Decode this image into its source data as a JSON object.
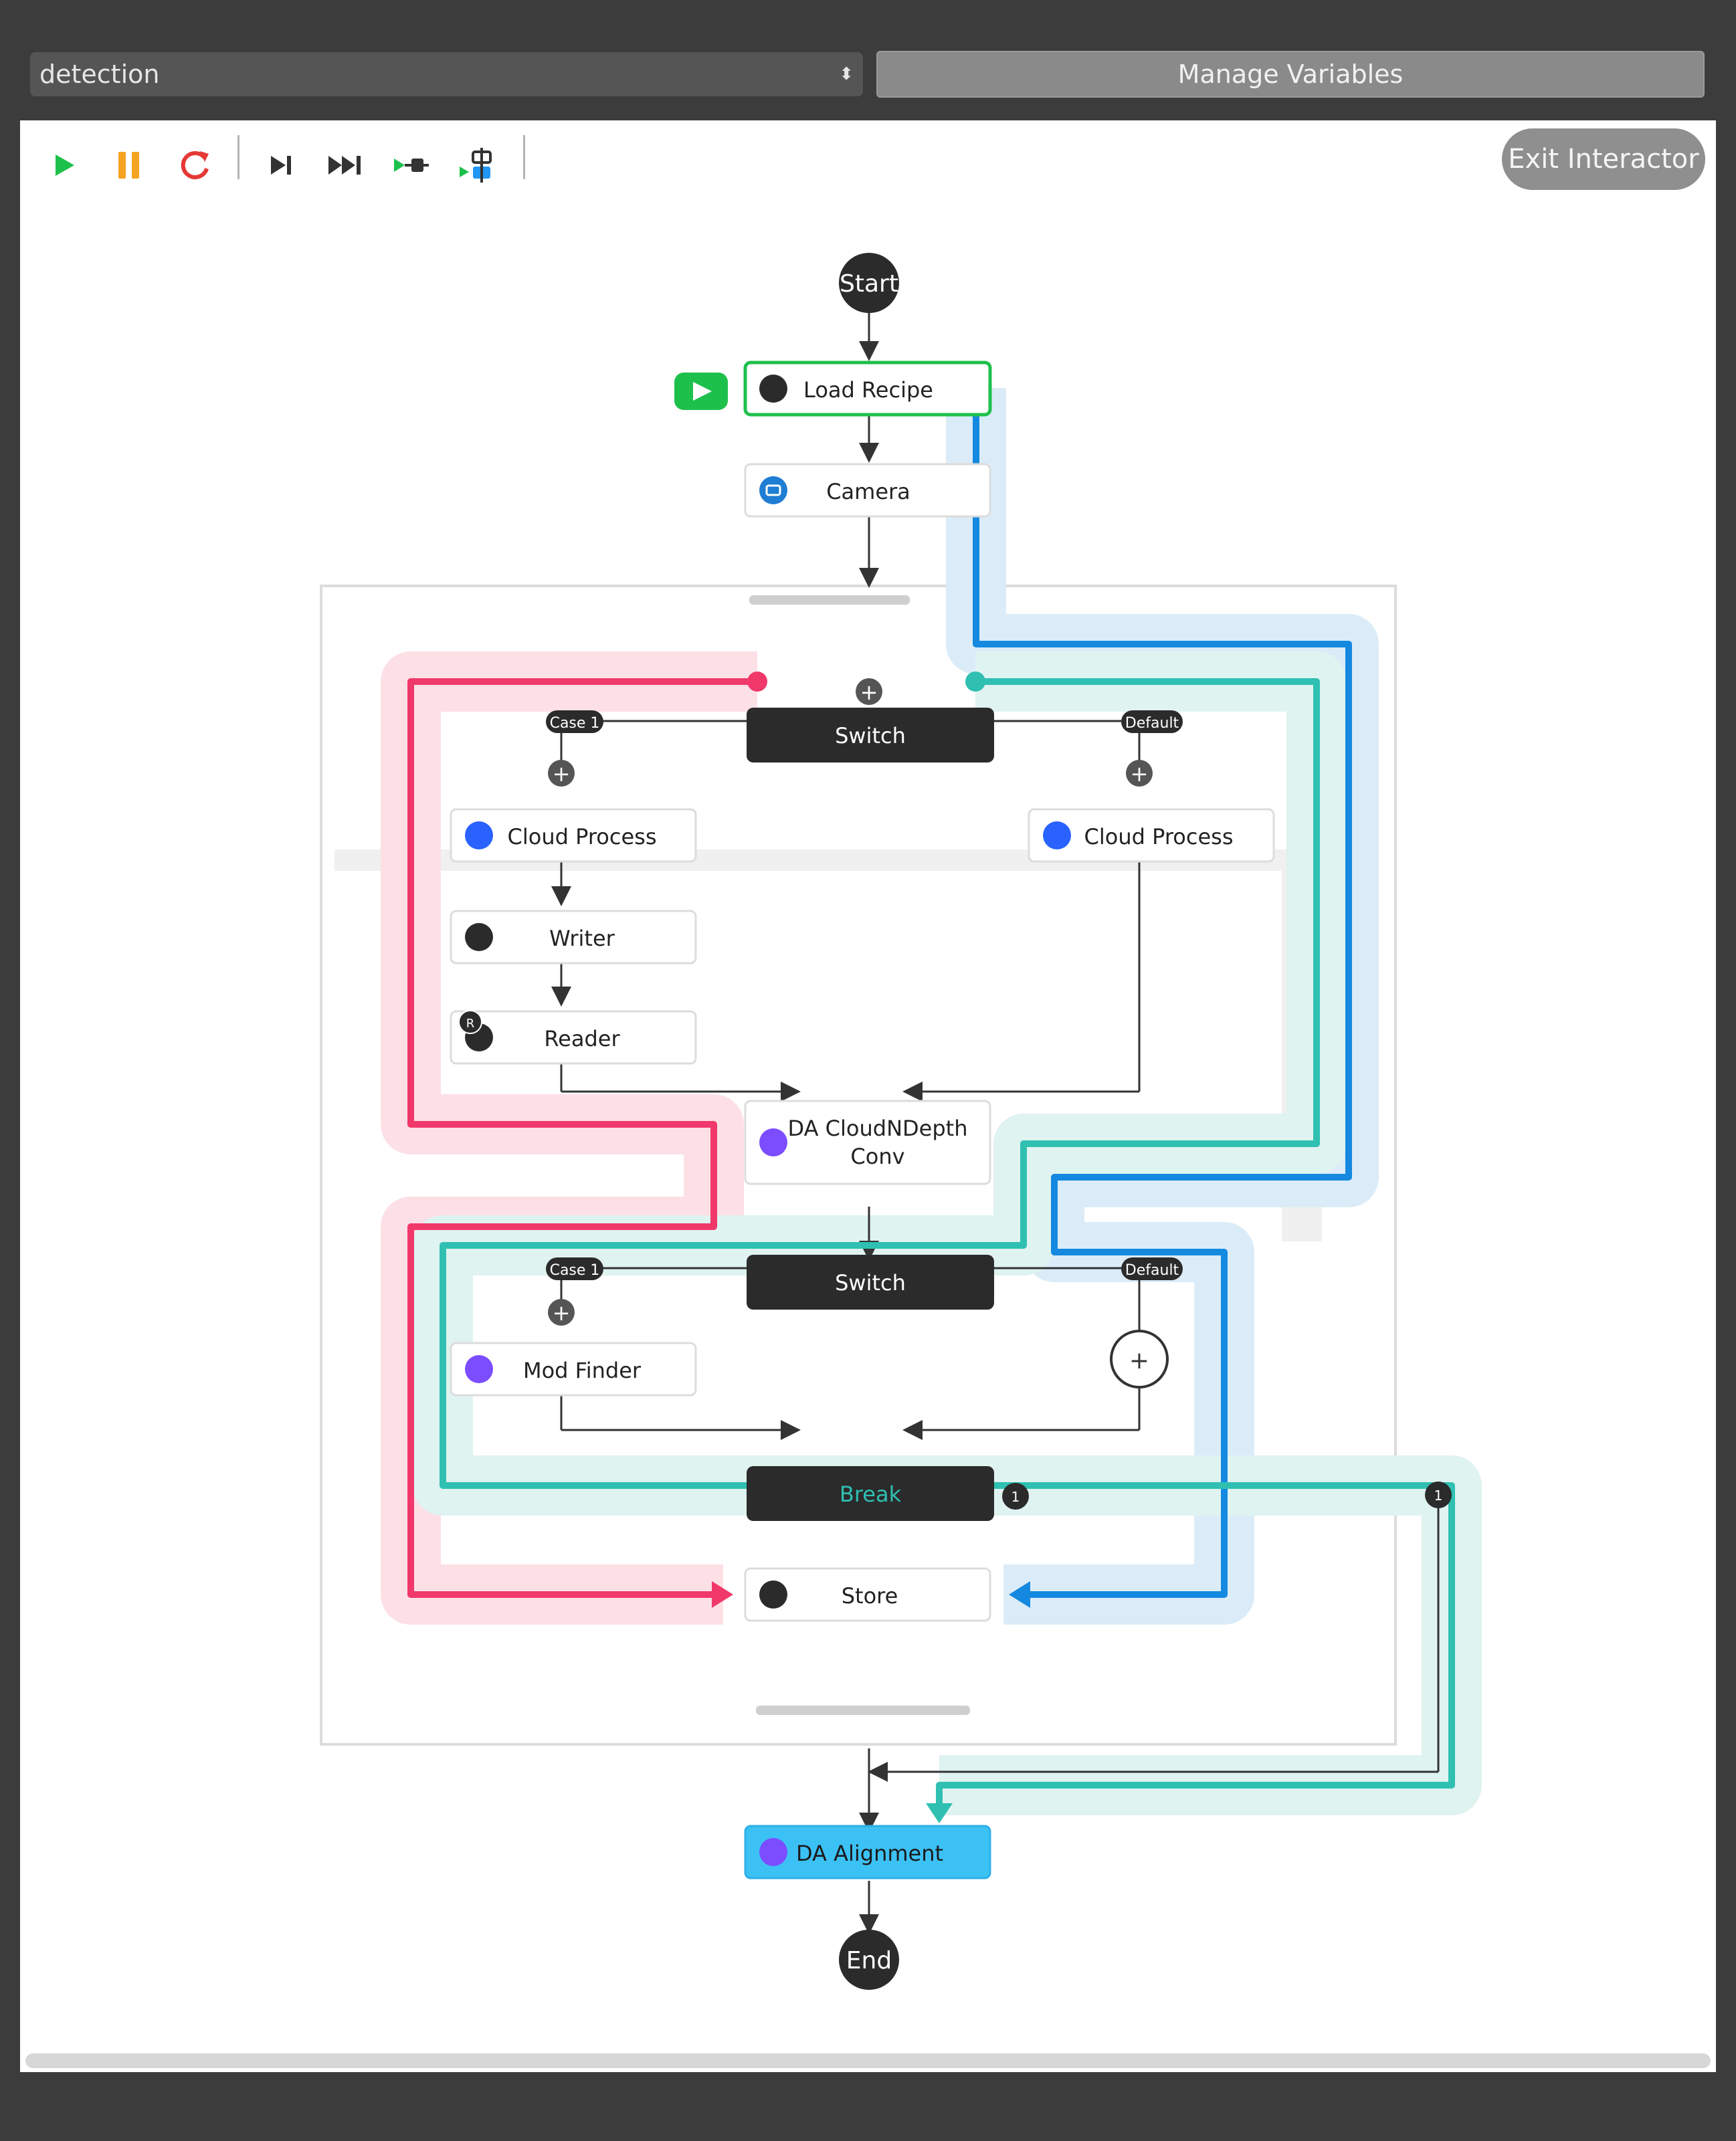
{
  "header": {
    "workflow_select": "detection",
    "manage_variables_label": "Manage Variables"
  },
  "toolbar": {
    "items": [
      "play-icon",
      "pause-icon",
      "restart-icon",
      "step-icon",
      "step-all-icon",
      "run-to-node-icon",
      "run-to-cursor-icon"
    ],
    "exit_label": "Exit Interactor"
  },
  "colors": {
    "accent_green": "#1ec04c",
    "path_red": "#f0386b",
    "path_blue": "#1589e0",
    "path_teal": "#2fc0b2",
    "node_dark": "#2b2b2b",
    "highlight_node": "#3cc1f5"
  },
  "flow": {
    "start_label": "Start",
    "end_label": "End",
    "load_recipe": "Load Recipe",
    "camera": "Camera",
    "switch_1": "Switch",
    "switch_2": "Switch",
    "case1_tag": "Case 1",
    "default_tag": "Default",
    "cloud_process_left": "Cloud Process",
    "cloud_process_right": "Cloud Process",
    "writer": "Writer",
    "reader": "Reader",
    "reader_badge": "R",
    "da_cloud_line1": "DA CloudNDepth",
    "da_cloud_line2": "Conv",
    "mod_finder": "Mod Finder",
    "break_label": "Break",
    "break_badge": "1",
    "break_out_badge": "1",
    "store": "Store",
    "da_alignment": "DA Alignment",
    "plus": "+"
  }
}
